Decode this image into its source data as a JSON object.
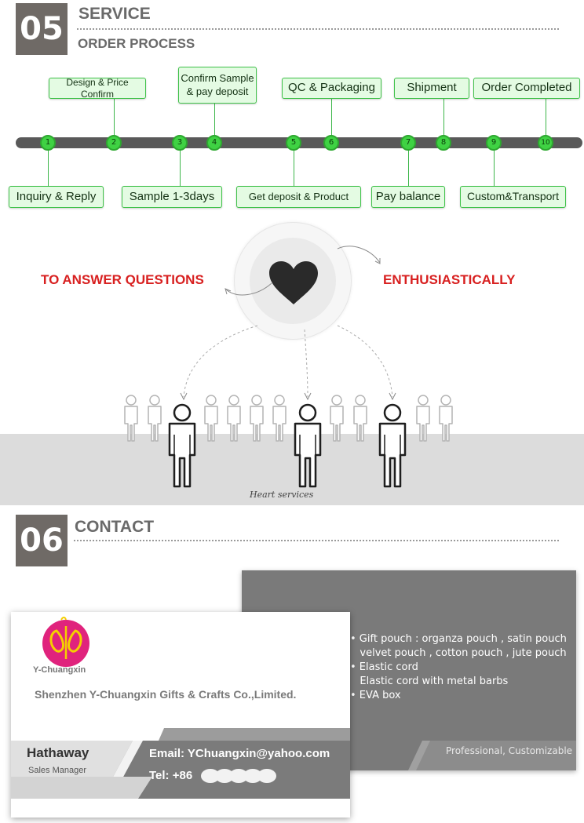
{
  "service": {
    "number": "05",
    "title": "SERVICE",
    "subtitle": "ORDER PROCESS"
  },
  "timeline": {
    "steps_top": [
      {
        "label": "Design & Price Confirm",
        "node": "2"
      },
      {
        "label": "Confirm Sample\n& pay deposit",
        "node": "4"
      },
      {
        "label": "QC & Packaging",
        "node": "6"
      },
      {
        "label": "Shipment",
        "node": "8"
      },
      {
        "label": "Order Completed",
        "node": "10"
      }
    ],
    "steps_bottom": [
      {
        "label": "Inquiry & Reply",
        "node": "1"
      },
      {
        "label": "Sample 1-3days",
        "node": "3"
      },
      {
        "label": "Get deposit & Product",
        "node": "5"
      },
      {
        "label": "Pay balance",
        "node": "7"
      },
      {
        "label": "Custom&Transport",
        "node": "9"
      }
    ],
    "nodes": [
      "1",
      "2",
      "3",
      "4",
      "5",
      "6",
      "7",
      "8",
      "9",
      "10"
    ]
  },
  "heart_service": {
    "left_text": "TO ANSWER QUESTIONS",
    "right_text": "ENTHUSIASTICALLY",
    "caption": "Heart services"
  },
  "contact": {
    "number": "06",
    "title": "CONTACT"
  },
  "card": {
    "brand": "Y-Chuangxin",
    "company": "Shenzhen Y-Chuangxin Gifts & Crafts Co.,Limited.",
    "person_name": "Hathaway",
    "person_role": "Sales Manager",
    "email": "Email: YChuangxin@yahoo.com",
    "tel": "Tel: +86",
    "back_items": [
      "• Gift pouch : organza pouch , satin pouch",
      "   velvet pouch , cotton pouch , jute pouch",
      "• Elastic cord",
      "   Elastic cord with metal barbs",
      "• EVA box"
    ],
    "back_footer": "Professional, Customizable"
  },
  "colors": {
    "accent_green": "#3fd243",
    "header_gray": "#6f6a66",
    "red_text": "#d82020",
    "logo_pink": "#e0237d",
    "logo_yellow": "#f4d000"
  }
}
